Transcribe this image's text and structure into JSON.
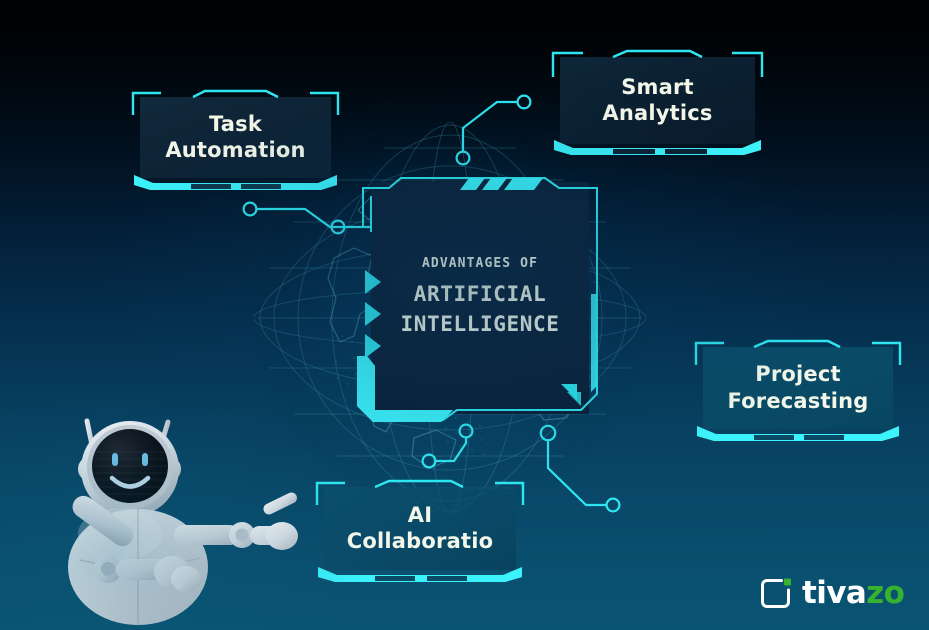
{
  "background": {
    "top_color": "#000103",
    "bottom_color": "#0a5473",
    "accent_cyan": "#28e8ef",
    "panel_navy": "#0b2139"
  },
  "center": {
    "kicker": "ADVANTAGES OF",
    "title_line1": "ARTIFICIAL",
    "title_line2": "INTELLIGENCE"
  },
  "cards": [
    {
      "id": "task",
      "line1": "Task",
      "line2": "Automation"
    },
    {
      "id": "smart",
      "line1": "Smart",
      "line2": "Analytics"
    },
    {
      "id": "project",
      "line1": "Project",
      "line2": "Forecasting"
    },
    {
      "id": "collab",
      "line1": "AI",
      "line2": "Collaboratio"
    }
  ],
  "logo": {
    "word_primary": "tiva",
    "word_accent": "zo",
    "mark_color": "#ffffff",
    "accent_color": "#35b22e"
  },
  "decor": {
    "robot_alt": "ai-robot-mascot",
    "globe_alt": "wireframe-globe"
  }
}
